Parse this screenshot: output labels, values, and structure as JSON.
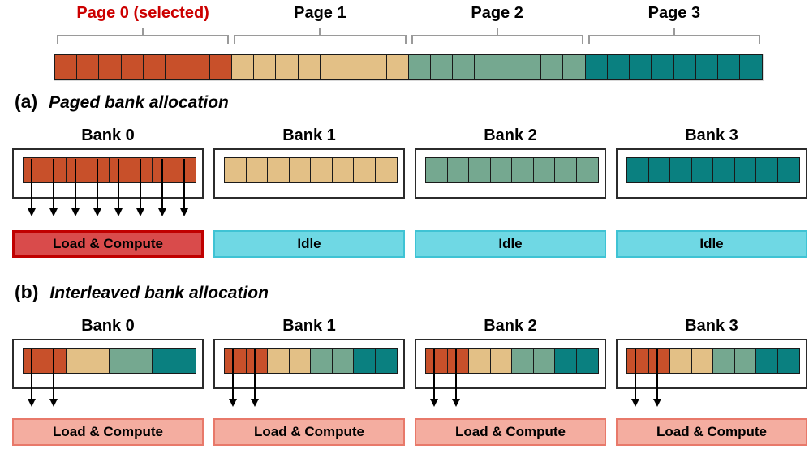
{
  "palette": {
    "page0": "#C8502A",
    "page1": "#E3C086",
    "page2": "#75A890",
    "page3": "#0A8080",
    "selected_text": "#CC0000",
    "active_compute_a_fill": "#D94B4B",
    "active_compute_a_border": "#C00000",
    "idle_fill": "#6FD8E4",
    "idle_border": "#3FC3D4",
    "active_compute_b_fill": "#F4ADA0",
    "active_compute_b_border": "#E8796A",
    "cell_border": "#1A1A1A",
    "box_border": "#2B2B2B",
    "brace": "#9A9A9A"
  },
  "top_bar": {
    "pages": [
      {
        "label": "Page 0 (selected)",
        "selected": true,
        "color_key": "page0",
        "cells": 8
      },
      {
        "label": "Page 1",
        "selected": false,
        "color_key": "page1",
        "cells": 8
      },
      {
        "label": "Page 2",
        "selected": false,
        "color_key": "page2",
        "cells": 8
      },
      {
        "label": "Page 3",
        "selected": false,
        "color_key": "page3",
        "cells": 8
      }
    ],
    "total_cells": 32
  },
  "sections": [
    {
      "tag": "(a)",
      "title": "Paged bank allocation",
      "banks": [
        {
          "title": "Bank 0",
          "cell_colors": [
            "page0",
            "page0",
            "page0",
            "page0",
            "page0",
            "page0",
            "page0",
            "page0"
          ],
          "arrow_cells": [
            0,
            1,
            2,
            3,
            4,
            5,
            6,
            7
          ],
          "status": {
            "label": "Load & Compute",
            "style": "active-a"
          }
        },
        {
          "title": "Bank 1",
          "cell_colors": [
            "page1",
            "page1",
            "page1",
            "page1",
            "page1",
            "page1",
            "page1",
            "page1"
          ],
          "arrow_cells": [],
          "status": {
            "label": "Idle",
            "style": "idle"
          }
        },
        {
          "title": "Bank 2",
          "cell_colors": [
            "page2",
            "page2",
            "page2",
            "page2",
            "page2",
            "page2",
            "page2",
            "page2"
          ],
          "arrow_cells": [],
          "status": {
            "label": "Idle",
            "style": "idle"
          }
        },
        {
          "title": "Bank 3",
          "cell_colors": [
            "page3",
            "page3",
            "page3",
            "page3",
            "page3",
            "page3",
            "page3",
            "page3"
          ],
          "arrow_cells": [],
          "status": {
            "label": "Idle",
            "style": "idle"
          }
        }
      ]
    },
    {
      "tag": "(b)",
      "title": "Interleaved bank allocation",
      "banks": [
        {
          "title": "Bank 0",
          "cell_colors": [
            "page0",
            "page0",
            "page1",
            "page1",
            "page2",
            "page2",
            "page3",
            "page3"
          ],
          "arrow_cells": [
            0,
            1
          ],
          "status": {
            "label": "Load & Compute",
            "style": "active-b"
          }
        },
        {
          "title": "Bank 1",
          "cell_colors": [
            "page0",
            "page0",
            "page1",
            "page1",
            "page2",
            "page2",
            "page3",
            "page3"
          ],
          "arrow_cells": [
            0,
            1
          ],
          "status": {
            "label": "Load & Compute",
            "style": "active-b"
          }
        },
        {
          "title": "Bank 2",
          "cell_colors": [
            "page0",
            "page0",
            "page1",
            "page1",
            "page2",
            "page2",
            "page3",
            "page3"
          ],
          "arrow_cells": [
            0,
            1
          ],
          "status": {
            "label": "Load & Compute",
            "style": "active-b"
          }
        },
        {
          "title": "Bank 3",
          "cell_colors": [
            "page0",
            "page0",
            "page1",
            "page1",
            "page2",
            "page2",
            "page3",
            "page3"
          ],
          "arrow_cells": [
            0,
            1
          ],
          "status": {
            "label": "Load & Compute",
            "style": "active-b"
          }
        }
      ]
    }
  ]
}
